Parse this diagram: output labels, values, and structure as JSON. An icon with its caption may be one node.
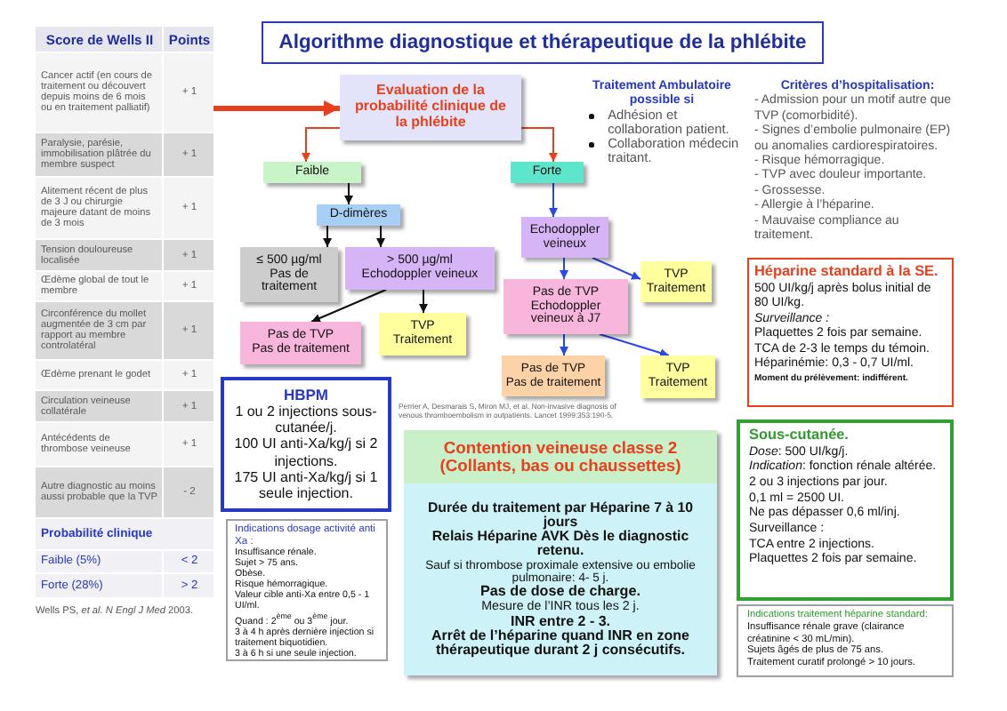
{
  "diagram": {
    "title": "Algorithme diagnostique et thérapeutique de la phlébite",
    "nodes": [
      {
        "text": [
          "Score de Wells II",
          "Points",
          "Cancer actif (en cours de traitement ou découvert depuis moins de 6 mois ou en traitement palliatif)",
          "+ 1",
          "Paralysie, parésie, immobilisation plâtrée du membre suspect",
          "+ 1",
          "Alitement récent de plus de 3 J ou chirurgie majeure datant de moins de 3 mois",
          "+ 1",
          "Tension douloureuse localisée",
          "+ 1",
          "Œdème global de tout le membre",
          "+ 1",
          "Circonférence du mollet augmentée de 3 cm par rapport au membre controlatéral",
          "+ 1",
          "Œdème prenant le godet",
          "+ 1",
          "Circulation veineuse collatérale",
          "+ 1",
          "Antécédents de thrombose veineuse",
          "+ 1",
          "Autre diagnostic au moins aussi probable que la TVP",
          "- 2",
          "Probabilité clinique",
          "Faible (5%)",
          "< 2",
          "Forte (28%)",
          "> 2"
        ],
        "beside": [
          "Wells PS, *et al.* *N Engl J Med* 2003."
        ]
      },
      {
        "text": [
          "Evaluation de la probabilité clinique de la phlébite"
        ]
      },
      {
        "text": [
          "Faible"
        ]
      },
      {
        "text": [
          "Forte"
        ]
      },
      {
        "text": [
          "D-dimères"
        ]
      },
      {
        "text": [
          "≤ 500 µg/ml",
          "Pas de traitement"
        ]
      },
      {
        "text": [
          "> 500 µg/ml",
          "Echodoppler veineux"
        ]
      },
      {
        "text": [
          "Pas de TVP",
          "Pas de traitement"
        ]
      },
      {
        "text": [
          "TVP",
          "Traitement"
        ]
      },
      {
        "text": [
          "Echodoppler veineux"
        ]
      },
      {
        "text": [
          "TVP",
          "Traitement"
        ]
      },
      {
        "text": [
          "Pas de TVP",
          "Echodoppler veineux à J7"
        ]
      },
      {
        "text": [
          "Pas de TVP",
          "Pas de traitement"
        ]
      },
      {
        "text": [
          "TVP",
          "Traitement"
        ]
      },
      {
        "text": [
          "Héparine standard à la SE.",
          "500 UI/kg/j après bolus initial de 80 UI/kg.",
          "Surveillance :",
          "Plaquettes 2 fois par semaine.",
          "TCA de 2-3 le temps du témoin.",
          "Héparinémie: 0,3 - 0,7 UI/ml.",
          "Moment du prélèvement: indifférent."
        ]
      },
      {
        "text": [
          "HBPM",
          "1 ou 2 injections sous-cutanée/j.",
          "100 UI anti-Xa/kg/j si 2 injections.",
          "175 UI anti-Xa/kg/j si 1 seule injection."
        ]
      },
      {
        "text": [
          "Indications dosage activité anti Xa :",
          "Insuffisance rénale.",
          "Sujet > 75 ans.",
          "Obèse.",
          "Risque hémorragique.",
          "Valeur cible anti-Xa entre 0,5 - 1 UI/ml.",
          "Quand : 2$^{ème}$ ou 3$^{ème}$ jour.",
          "3 à 4 h après dernière injection si traitement biquotidien.",
          "3 à 6 h si une seule injection."
        ]
      },
      {
        "text": [
          "Contention veineuse classe 2 (Collants, bas ou chaussettes)",
          "Durée du traitement par Héparine 7 à 10 jours",
          "Relais Héparine AVK Dès le diagnostic retenu.",
          "Sauf si thrombose proximale extensive ou embolie pulmonaire: 4- 5 j.",
          "Pas de dose de charge.",
          "Mesure de l’INR tous les 2 j.",
          "INR entre 2 - 3.",
          "Arrêt de l’héparine quand INR en zone thérapeutique durant 2 j consécutifs."
        ]
      },
      {
        "text": [
          "Sous-cutanée.",
          "*Dose*: 500 UI/kg/j.",
          "*Indication*: fonction rénale altérée.",
          "2 ou 3 injections par jour.",
          "0,1 ml = 2500 UI.",
          "Ne pas dépasser 0,6 ml/inj.",
          "Surveillance :",
          "TCA entre 2 injections.",
          "Plaquettes 2 fois par semaine."
        ]
      },
      {
        "text": [
          "Indications traitement héparine standard:",
          "Insuffisance rénale grave (clairance créatinine < 30 mL/min).",
          "Sujets âgés de plus de 75 ans.",
          "Traitement curatif prolongé > 10 jours."
        ]
      }
    ],
    "edges": [
      {
        "from": 0,
        "to": 1,
        "arrow": "to",
        "style": "thick",
        "color": "#e8401c"
      },
      {
        "from": 1,
        "to": 2,
        "arrow": "to",
        "color": "#e8401c"
      },
      {
        "from": 1,
        "to": 3,
        "arrow": "to",
        "color": "#e8401c"
      },
      {
        "from": 2,
        "to": 4,
        "arrow": "to"
      },
      {
        "from": 4,
        "to": 5,
        "arrow": "to"
      },
      {
        "from": 4,
        "to": 6,
        "arrow": "to"
      },
      {
        "from": 6,
        "to": 7,
        "arrow": "to"
      },
      {
        "from": 6,
        "to": 8,
        "arrow": "to"
      },
      {
        "from": 3,
        "to": 9,
        "arrow": "to",
        "color": "#2a48e8"
      },
      {
        "from": 9,
        "to": 10,
        "arrow": "to",
        "color": "#2a48e8"
      },
      {
        "from": 9,
        "to": 11,
        "arrow": "to",
        "color": "#2a48e8"
      },
      {
        "from": 11,
        "to": 12,
        "arrow": "to",
        "color": "#2a48e8"
      },
      {
        "from": 11,
        "to": 13,
        "arrow": "to",
        "color": "#2a48e8"
      }
    ],
    "labels": [
      "Traitement Ambulatoire possible si",
      "Adhésion et collaboration patient.",
      "Collaboration médecin traitant.",
      "Critères d’hospitalisation:",
      "- Admission pour un motif autre que TVP (comorbidité).",
      "- Signes d’embolie pulmonaire (EP) ou anomalies cardiorespiratoires.",
      "- Risque hémorragique.",
      "- TVP avec douleur importante.",
      "- Grossesse.",
      "- Allergie à l’héparine.",
      "- Mauvaise compliance au traitement.",
      "Perrier A, Desmarais S, Miron MJ, et al. Non-invasive diagnosis of venous thromboembolism in outpatients. Lancet 1999;353:190-5."
    ]
  }
}
